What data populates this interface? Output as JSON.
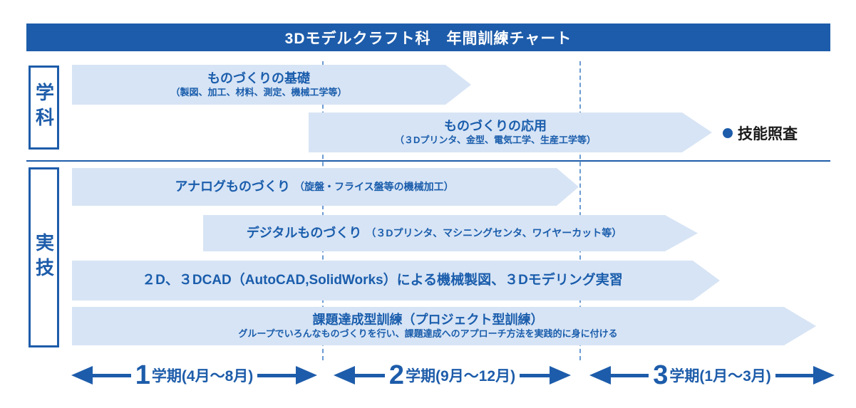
{
  "header": {
    "title": "3Dモデルクラフト科　年間訓練チャート"
  },
  "sections": {
    "academic": {
      "label": "学科"
    },
    "practical": {
      "label": "実技"
    }
  },
  "bars": {
    "basics": {
      "title": "ものづくりの基礎",
      "subtitle": "（製図、加工、材料、測定、機械工学等）"
    },
    "applied": {
      "title": "ものづくりの応用",
      "subtitle": "（３Dプリンタ、金型、電気工学、生産工学等）"
    },
    "analog": {
      "title": "アナログものづくり",
      "subtitle": "（旋盤・フライス盤等の機械加工）"
    },
    "digital": {
      "title": "デジタルものづくり",
      "subtitle": "（３Dプリンタ、マシニングセンタ、ワイヤーカット等）"
    },
    "cad": {
      "title": "２D、３DCAD（AutoCAD,SolidWorks）による機械製図、３Dモデリング実習"
    },
    "project": {
      "title": "課題達成型訓練（プロジェクト型訓練）",
      "subtitle": "グループでいろんなものづくりを行い、課題達成へのアプローチ方法を実践的に身に付ける"
    }
  },
  "milestone": {
    "label": "技能照査"
  },
  "terms": [
    {
      "number": "1",
      "label": "学期(4月～8月)"
    },
    {
      "number": "2",
      "label": "学期(9月～12月)"
    },
    {
      "number": "3",
      "label": "学期(1月～3月)"
    }
  ],
  "colors": {
    "primary_blue": "#1d5caa",
    "bar_fill": "#d7e4f5",
    "bar_text": "#1a5dac",
    "dashed_line": "#6b9bd2",
    "milestone_text": "#1a1a1a"
  }
}
